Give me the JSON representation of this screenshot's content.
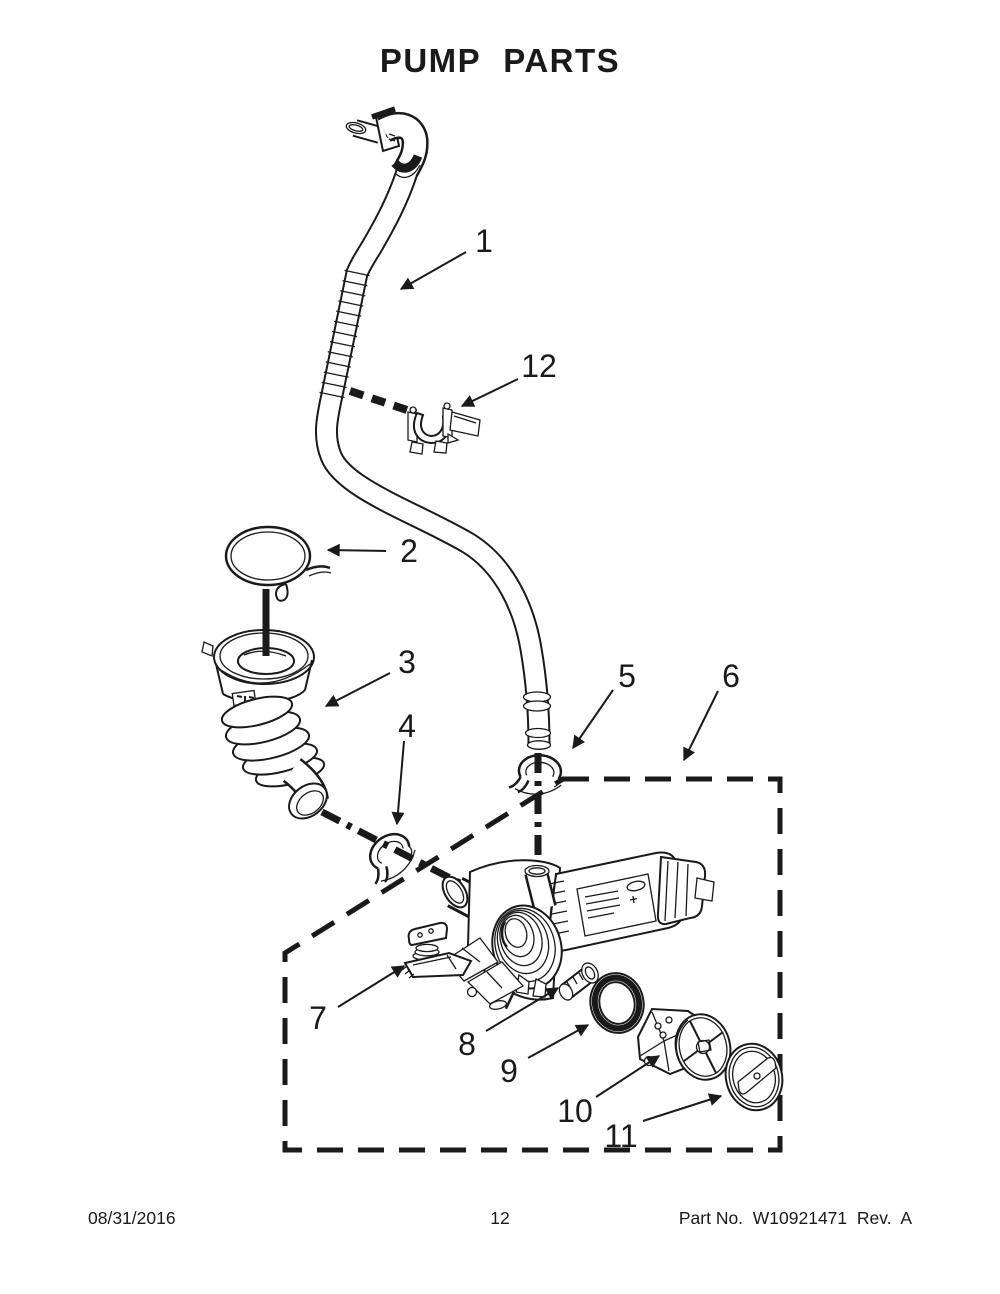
{
  "title": "PUMP PARTS",
  "footer": {
    "date": "08/31/2016",
    "page_number": "12",
    "part_info": "Part No.  W10921471  Rev.  A"
  },
  "colors": {
    "ink": "#1a1a1a",
    "paper": "#ffffff"
  },
  "diagram": {
    "type": "exploded-parts-diagram",
    "callouts": [
      {
        "label": "1"
      },
      {
        "label": "2"
      },
      {
        "label": "3"
      },
      {
        "label": "4"
      },
      {
        "label": "5"
      },
      {
        "label": "6"
      },
      {
        "label": "7"
      },
      {
        "label": "8"
      },
      {
        "label": "9"
      },
      {
        "label": "10"
      },
      {
        "label": "11"
      },
      {
        "label": "12"
      }
    ]
  }
}
